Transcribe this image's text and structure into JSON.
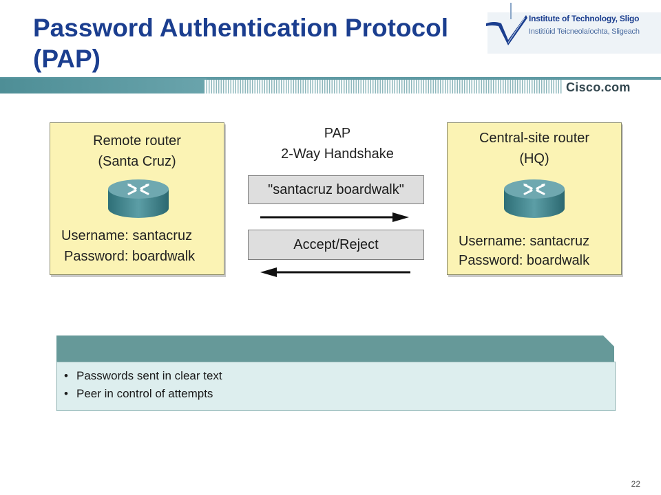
{
  "slide": {
    "title_line1": "Password Authentication Protocol",
    "title_line2": "(PAP)",
    "page_number": "22"
  },
  "logo": {
    "line1": "Institute of Technology, Sligo",
    "line2": "Institiúid Teicneolaíochta, Sligeach"
  },
  "header": {
    "brand": "Cisco.com"
  },
  "diagram": {
    "remote_router": {
      "title_line1": "Remote router",
      "title_line2": "(Santa Cruz)",
      "username": "Username: santacruz",
      "password": "Password: boardwalk",
      "icon": "router-icon"
    },
    "central_router": {
      "title_line1": "Central-site router",
      "title_line2": "(HQ)",
      "username": "Username: santacruz",
      "password": "Password: boardwalk",
      "icon": "router-icon"
    },
    "handshake": {
      "label_line1": "PAP",
      "label_line2": "2-Way Handshake",
      "message_request": "\"santacruz boardwalk\"",
      "message_response": "Accept/Reject"
    }
  },
  "summary": {
    "bullets": [
      "Passwords sent in clear text",
      "Peer in control of attempts"
    ]
  },
  "colors": {
    "title": "#1b3e8f",
    "router_box_fill": "#fbf3b4",
    "message_box_fill": "#dedede",
    "panel_header": "#669999",
    "panel_body": "#ddeeee",
    "band": "#5f9aa3"
  }
}
